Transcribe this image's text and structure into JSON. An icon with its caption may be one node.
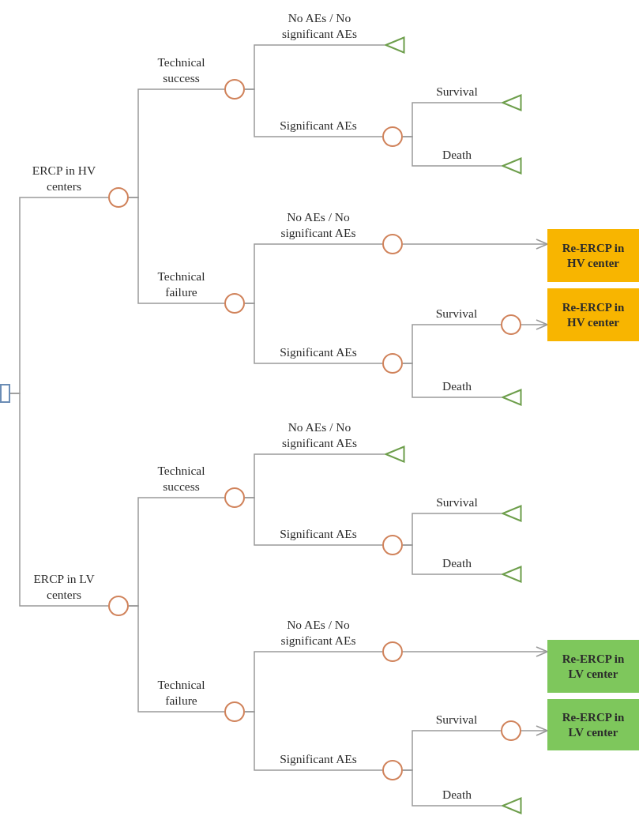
{
  "diagram": {
    "nodes": [
      {
        "text": [],
        "shape": "box"
      },
      {
        "text": [],
        "shape": "circle"
      },
      {
        "text": [],
        "shape": "circle"
      },
      {
        "text": [],
        "shape": "triangle"
      },
      {
        "text": [],
        "shape": "circle"
      },
      {
        "text": [],
        "shape": "triangle"
      },
      {
        "text": [],
        "shape": "triangle"
      },
      {
        "text": [],
        "shape": "circle"
      },
      {
        "text": [],
        "shape": "circle"
      },
      {
        "text": [
          "Re-ERCP in HV center"
        ]
      },
      {
        "text": [],
        "shape": "circle"
      },
      {
        "text": [],
        "shape": "circle"
      },
      {
        "text": [
          "Re-ERCP in HV center"
        ]
      },
      {
        "text": [],
        "shape": "triangle"
      },
      {
        "text": [],
        "shape": "circle"
      },
      {
        "text": [],
        "shape": "circle"
      },
      {
        "text": [],
        "shape": "triangle"
      },
      {
        "text": [],
        "shape": "circle"
      },
      {
        "text": [],
        "shape": "triangle"
      },
      {
        "text": [],
        "shape": "triangle"
      },
      {
        "text": [],
        "shape": "circle"
      },
      {
        "text": [],
        "shape": "circle"
      },
      {
        "text": [
          "Re-ERCP in LV center"
        ]
      },
      {
        "text": [],
        "shape": "circle"
      },
      {
        "text": [],
        "shape": "circle"
      },
      {
        "text": [
          "Re-ERCP in LV center"
        ]
      },
      {
        "text": [],
        "shape": "triangle"
      }
    ],
    "edges": [
      {
        "from": 0,
        "to": 1,
        "arrow": "none",
        "label": "ERCP in HV centers"
      },
      {
        "from": 1,
        "to": 2,
        "arrow": "none",
        "label": "Technical success"
      },
      {
        "from": 2,
        "to": 3,
        "arrow": "none",
        "label": "No AEs / No significant AEs"
      },
      {
        "from": 2,
        "to": 4,
        "arrow": "none",
        "label": "Significant AEs"
      },
      {
        "from": 4,
        "to": 5,
        "arrow": "none",
        "label": "Survival"
      },
      {
        "from": 4,
        "to": 6,
        "arrow": "none",
        "label": "Death"
      },
      {
        "from": 1,
        "to": 7,
        "arrow": "none",
        "label": "Technical failure"
      },
      {
        "from": 7,
        "to": 8,
        "arrow": "none",
        "label": "No AEs / No significant AEs"
      },
      {
        "from": 8,
        "to": 9,
        "arrow": "to"
      },
      {
        "from": 7,
        "to": 10,
        "arrow": "none",
        "label": "Significant AEs"
      },
      {
        "from": 10,
        "to": 11,
        "arrow": "none",
        "label": "Survival"
      },
      {
        "from": 11,
        "to": 12,
        "arrow": "to"
      },
      {
        "from": 10,
        "to": 13,
        "arrow": "none",
        "label": "Death"
      },
      {
        "from": 0,
        "to": 14,
        "arrow": "none",
        "label": "ERCP in LV centers"
      },
      {
        "from": 14,
        "to": 15,
        "arrow": "none",
        "label": "Technical success"
      },
      {
        "from": 15,
        "to": 16,
        "arrow": "none",
        "label": "No AEs / No significant AEs"
      },
      {
        "from": 15,
        "to": 17,
        "arrow": "none",
        "label": "Significant AEs"
      },
      {
        "from": 17,
        "to": 18,
        "arrow": "none",
        "label": "Survival"
      },
      {
        "from": 17,
        "to": 19,
        "arrow": "none",
        "label": "Death"
      },
      {
        "from": 14,
        "to": 20,
        "arrow": "none",
        "label": "Technical failure"
      },
      {
        "from": 20,
        "to": 21,
        "arrow": "none",
        "label": "No AEs / No significant AEs"
      },
      {
        "from": 21,
        "to": 22,
        "arrow": "to"
      },
      {
        "from": 20,
        "to": 23,
        "arrow": "none",
        "label": "Significant AEs"
      },
      {
        "from": 23,
        "to": 24,
        "arrow": "none",
        "label": "Survival"
      },
      {
        "from": 24,
        "to": 25,
        "arrow": "to"
      },
      {
        "from": 23,
        "to": 26,
        "arrow": "none",
        "label": "Death"
      }
    ]
  }
}
